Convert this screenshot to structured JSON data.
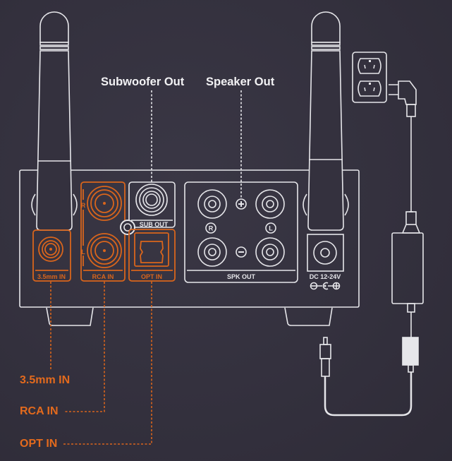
{
  "callouts": {
    "subwoofer_out": "Subwoofer Out",
    "speaker_out": "Speaker Out",
    "in_3_5mm": "3.5mm IN",
    "rca_in": "RCA IN",
    "opt_in": "OPT IN"
  },
  "panel_labels": {
    "jack_3_5mm": "3.5mm IN",
    "rca": "RCA IN",
    "rca_right": "R",
    "rca_left": "L",
    "sub_out": "SUB OUT",
    "opt": "OPT IN",
    "spk_out": "SPK OUT",
    "spk_right": "R",
    "spk_left": "L",
    "dc": "DC 12-24V"
  },
  "colors": {
    "background": "#34313e",
    "line": "#e6e6ea",
    "accent": "#d9651c"
  }
}
